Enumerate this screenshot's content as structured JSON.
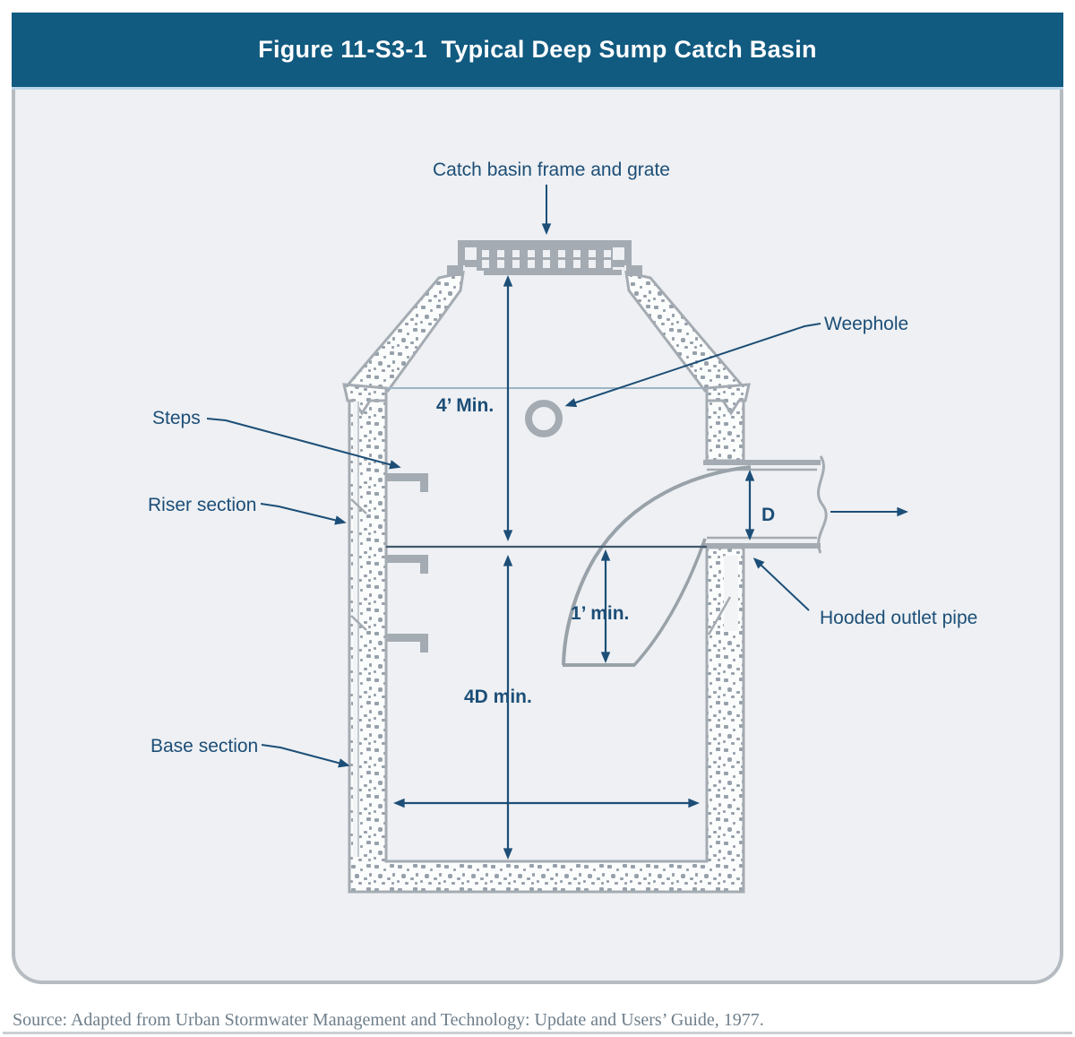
{
  "figure": {
    "title": "Figure 11-S3-1  Typical Deep Sump Catch Basin"
  },
  "diagram": {
    "labels": {
      "frame_grate": "Catch basin frame and grate",
      "weephole": "Weephole",
      "steps": "Steps",
      "riser": "Riser section",
      "base": "Base section",
      "hooded_outlet": "Hooded outlet pipe"
    },
    "dimensions": {
      "min_width": "4’ Min.",
      "pipe_diameter": "D",
      "hood_depth": "1’ min.",
      "sump_depth": "4D min."
    },
    "colors": {
      "title_bar": "#115a80",
      "label_navy": "#1c4e77",
      "structure_gray": "#a4abb2",
      "panel_bg": "#eef0f3"
    }
  },
  "footer": {
    "source": "Source: Adapted from Urban Stormwater Management and Technology: Update and Users’ Guide, 1977."
  }
}
